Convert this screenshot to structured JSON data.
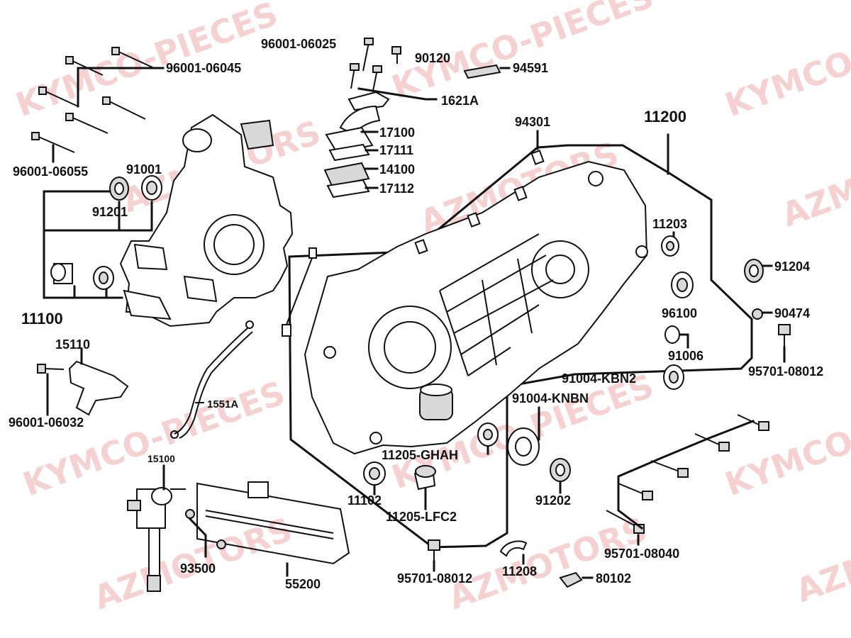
{
  "watermarks": [
    "KYMCO-PIECES",
    "AZMOTORS"
  ],
  "labels": {
    "l_96001_06025": "96001-06025",
    "l_90120": "90120",
    "l_94591": "94591",
    "l_1621A": "1621A",
    "l_96001_06045": "96001-06045",
    "l_96001_06055": "96001-06055",
    "l_17100": "17100",
    "l_17111": "17111",
    "l_14100": "14100",
    "l_17112": "17112",
    "l_94301": "94301",
    "l_11200": "11200",
    "l_91001": "91001",
    "l_91201": "91201",
    "l_11203": "11203",
    "l_91204": "91204",
    "l_96100": "96100",
    "l_90474": "90474",
    "l_11100": "11100",
    "l_91006": "91006",
    "l_15110": "15110",
    "l_91004_KBN2": "91004-KBN2",
    "l_95701_08012_r": "95701-08012",
    "l_1551A": "1551A",
    "l_91004_KNBN": "91004-KNBN",
    "l_96001_06032": "96001-06032",
    "l_11205_GHAH": "11205-GHAH",
    "l_15100": "15100",
    "l_11102": "11102",
    "l_91202": "91202",
    "l_11205_LFC2": "11205-LFC2",
    "l_95701_08040": "95701-08040",
    "l_93500": "93500",
    "l_95701_08012_b": "95701-08012",
    "l_11208": "11208",
    "l_80102": "80102",
    "l_55200": "55200"
  }
}
